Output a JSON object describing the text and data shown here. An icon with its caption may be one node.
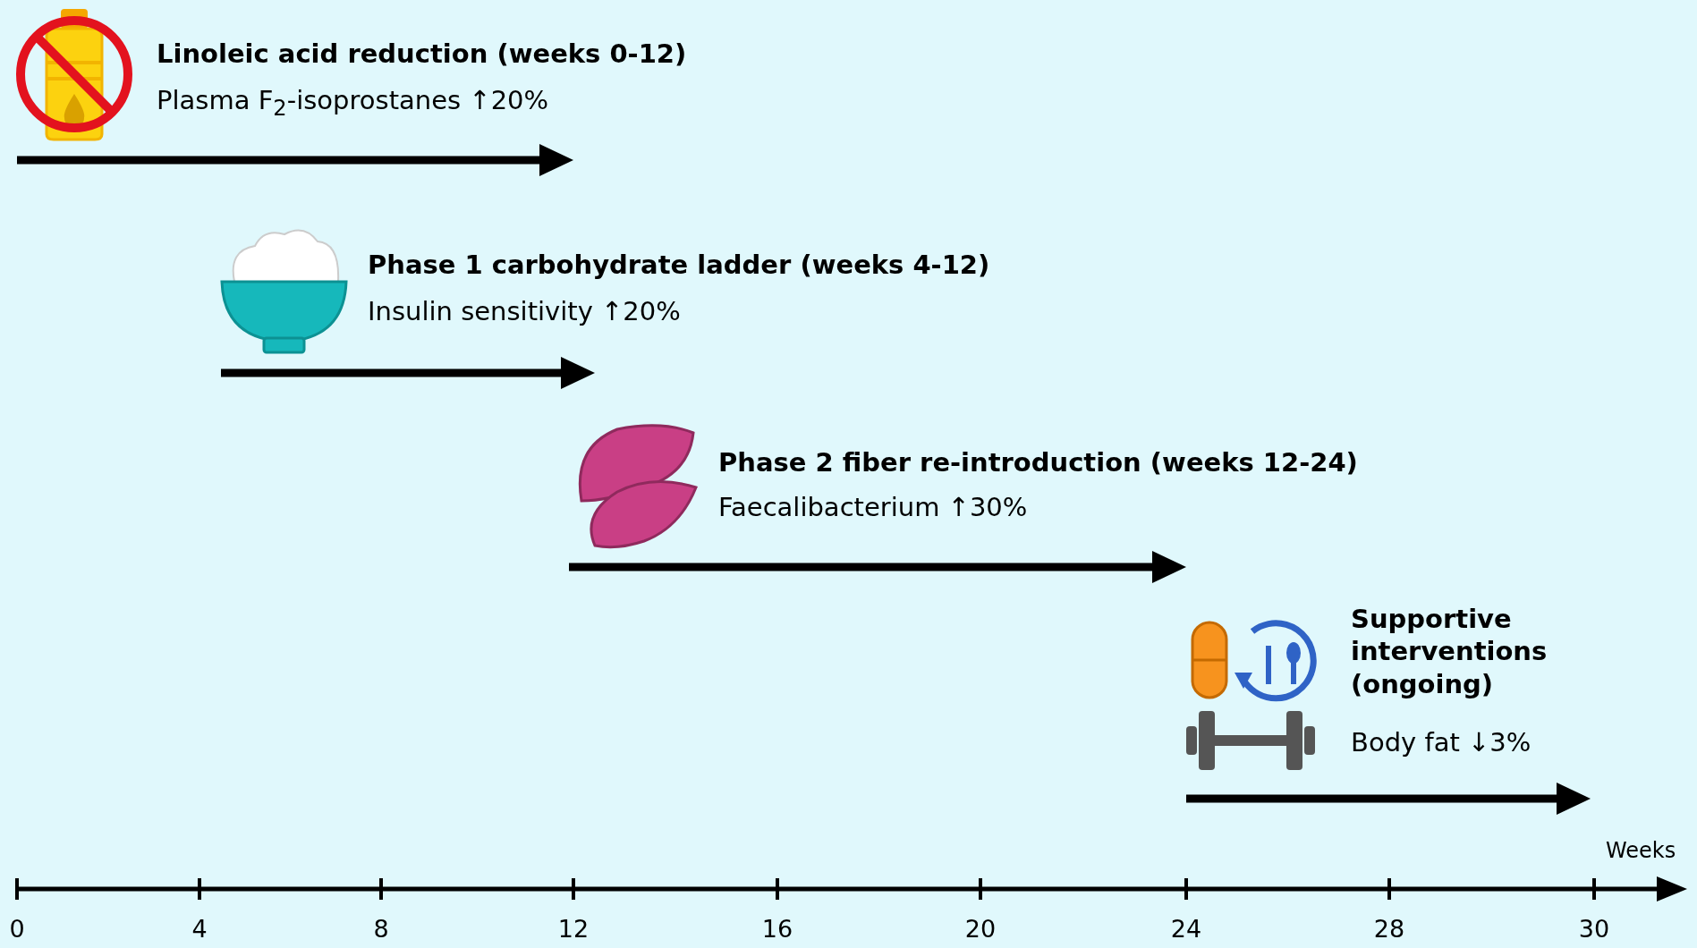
{
  "diagram": {
    "labels": [
      "Linoleic acid reduction (weeks 0-12)",
      "Plasma F$_{2}$-isoprostanes ↑20%",
      "Phase 1 carbohydrate ladder (weeks 4-12)",
      "Insulin sensitivity ↑20%",
      "Phase 2 fiber re-introduction (weeks 12-24)",
      "Faecalibacterium ↑30%",
      "Supportive interventions (ongoing)",
      "Body fat ↓3%",
      "Weeks",
      "0",
      "4",
      "8",
      "12",
      "16",
      "20",
      "24",
      "28",
      "30"
    ]
  }
}
